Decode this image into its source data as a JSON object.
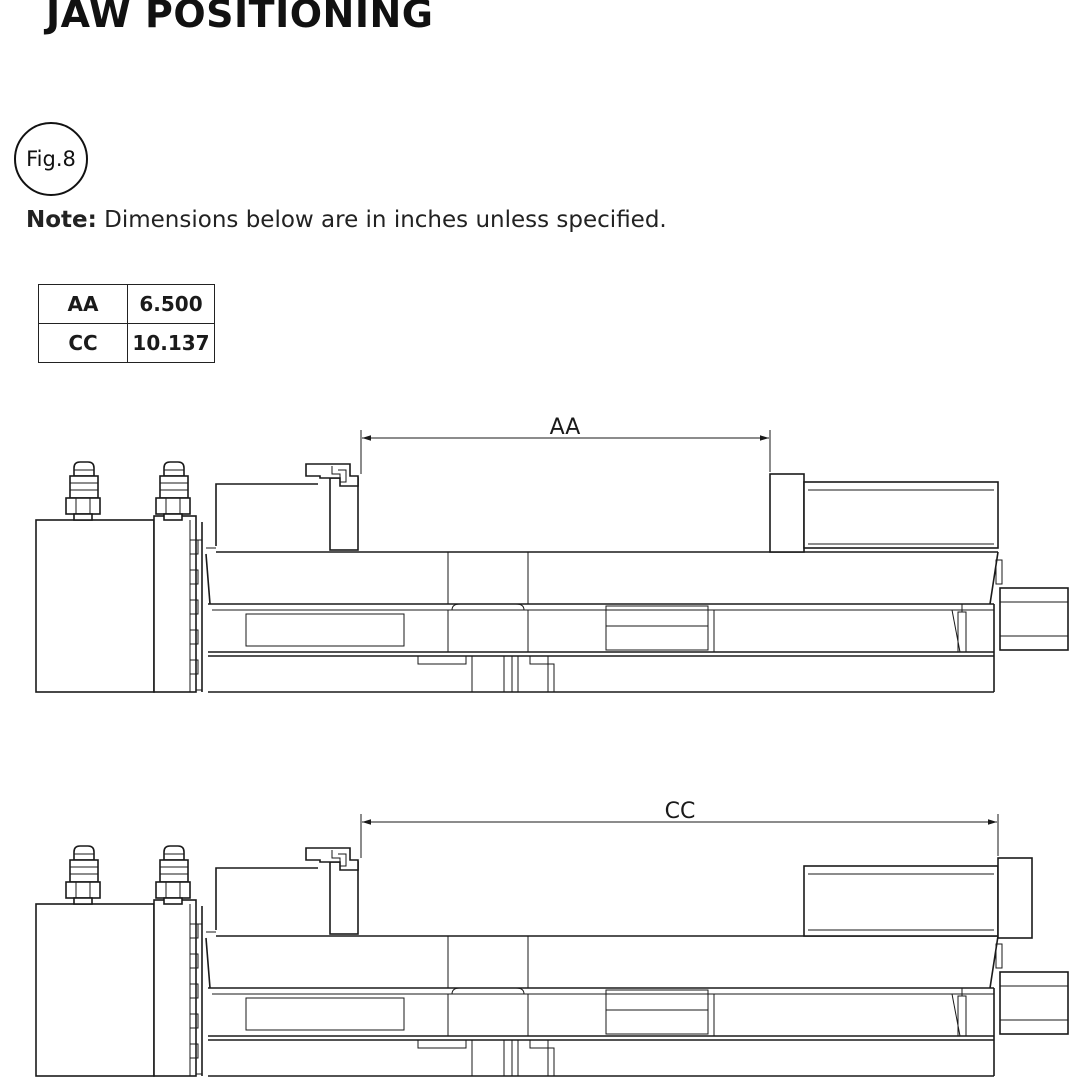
{
  "title": "JAW POSITIONING",
  "figure_label": "Fig.8",
  "note": {
    "label": "Note:",
    "text": " Dimensions below are in inches unless specified."
  },
  "dimensions_table": [
    {
      "key": "AA",
      "value": "6.500"
    },
    {
      "key": "CC",
      "value": "10.137"
    }
  ],
  "drawings": [
    {
      "dimension_label": "AA"
    },
    {
      "dimension_label": "CC"
    }
  ]
}
